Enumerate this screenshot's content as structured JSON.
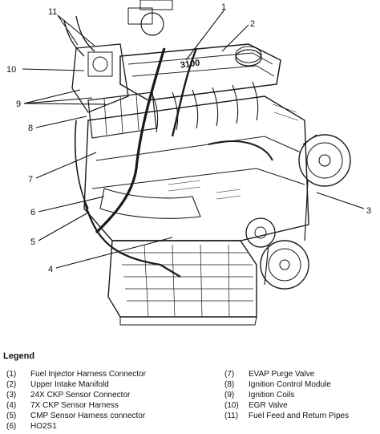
{
  "legend": {
    "title": "Legend",
    "items": [
      {
        "num": "(1)",
        "label": "Fuel Injector Harness Connector"
      },
      {
        "num": "(2)",
        "label": "Upper Intake Manifold"
      },
      {
        "num": "(3)",
        "label": "24X CKP Sensor Connector"
      },
      {
        "num": "(4)",
        "label": "7X CKP Sensor Harness"
      },
      {
        "num": "(5)",
        "label": "CMP Sensor Harness connector"
      },
      {
        "num": "(6)",
        "label": "HO2S1"
      },
      {
        "num": "(7)",
        "label": "EVAP Purge Valve"
      },
      {
        "num": "(8)",
        "label": "Ignition Control Module"
      },
      {
        "num": "(9)",
        "label": "Ignition Coils"
      },
      {
        "num": "(10)",
        "label": "EGR Valve"
      },
      {
        "num": "(11)",
        "label": "Fuel Feed and Return Pipes"
      }
    ]
  },
  "callouts": [
    "1",
    "2",
    "3",
    "4",
    "5",
    "6",
    "7",
    "8",
    "9",
    "10",
    "11"
  ],
  "manifold_lettering": "3100"
}
